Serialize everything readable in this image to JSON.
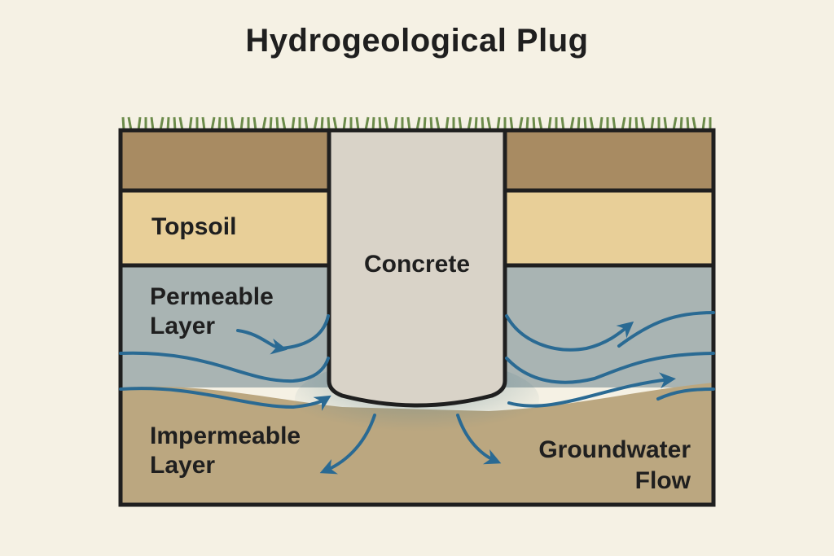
{
  "title": "Hydrogeological Plug",
  "labels": {
    "topsoil": "Topsoil",
    "concrete": "Concrete",
    "permeable_line1": "Permeable",
    "permeable_line2": "Layer",
    "impermeable_line1": "Impermeable",
    "impermeable_line2": "Layer",
    "groundwater_line1": "Groundwater",
    "groundwater_line2": "Flow"
  },
  "colors": {
    "background": "#f5f1e4",
    "surface_soil": "#a88b62",
    "topsoil": "#e8cf98",
    "permeable": "#a9b4b3",
    "impermeable": "#bba780",
    "concrete": "#d9d3c8",
    "flow_arrow": "#2a6a93",
    "grass": "#6b8b4a",
    "outline": "#1f1f1f"
  }
}
